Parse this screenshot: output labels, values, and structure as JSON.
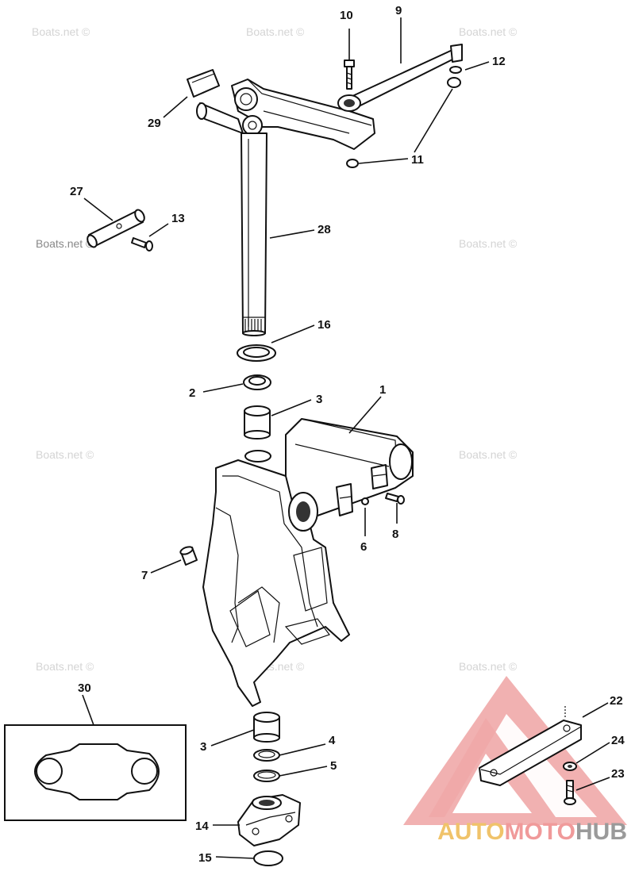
{
  "watermark_text": "Boats.net ©",
  "callouts": {
    "c1": "1",
    "c2": "2",
    "c3a": "3",
    "c3b": "3",
    "c4": "4",
    "c5": "5",
    "c6": "6",
    "c7": "7",
    "c8": "8",
    "c9": "9",
    "c10": "10",
    "c11": "11",
    "c12": "12",
    "c13": "13",
    "c14": "14",
    "c15": "15",
    "c16": "16",
    "c22": "22",
    "c23": "23",
    "c24": "24",
    "c27": "27",
    "c28": "28",
    "c29": "29",
    "c30": "30"
  },
  "logo": {
    "part1": "AUTO",
    "part2": "MOTO",
    "part3": "HUB",
    "colors": {
      "triangle": "#f0a8a8",
      "auto": "#f0c36a",
      "moto": "#f09a9a",
      "hub": "#9a9a9a"
    }
  }
}
